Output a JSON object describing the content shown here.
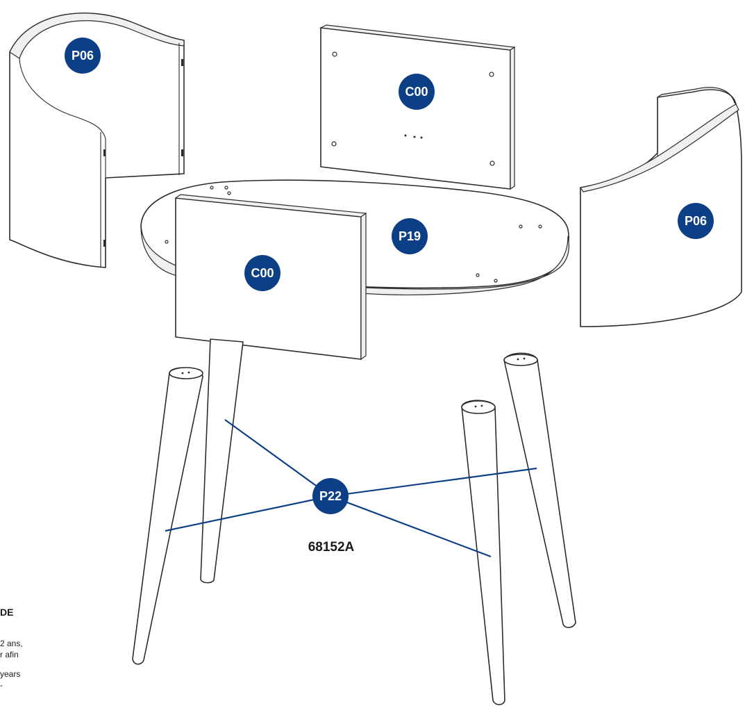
{
  "labels": {
    "panel_left": "P06",
    "panel_right": "P06",
    "back_panel": "C00",
    "front_panel": "C00",
    "tabletop": "P19",
    "legs": "P22"
  },
  "model_code": "68152A",
  "margin_text": {
    "heading_fragment": "DE",
    "line1": "2 ans,",
    "line2": "r afin",
    "line3": "years",
    "line4": "-"
  },
  "colors": {
    "badge": "#0c3f86",
    "badge_text": "#ffffff",
    "line_art": "#2b2b2b"
  }
}
